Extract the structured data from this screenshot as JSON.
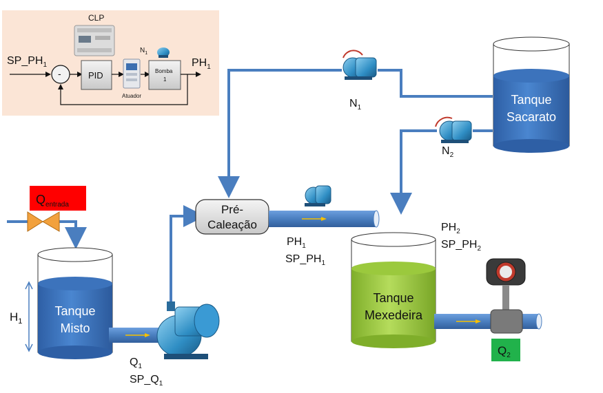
{
  "control": {
    "clp_label": "CLP",
    "setpoint": "SP_PH",
    "setpoint_sub": "1",
    "sum_sign": "-",
    "pid_label": "PID",
    "actuator_label": "Atuador",
    "pump_label": "Bomba",
    "pump_number": "1",
    "speed_label": "N",
    "speed_sub": "1",
    "output": "PH",
    "output_sub": "1"
  },
  "tanks": {
    "misto": {
      "line1": "Tanque",
      "line2": "Misto"
    },
    "sacarato": {
      "line1": "Tanque",
      "line2": "Sacarato"
    },
    "mexedeira": {
      "line1": "Tanque",
      "line2": "Mexedeira"
    }
  },
  "labels": {
    "q_entrada": "Q",
    "q_entrada_sub": "entrada",
    "h1": "H",
    "h1_sub": "1",
    "q1": "Q",
    "q1_sub": "1",
    "sp_q1": "SP_Q",
    "sp_q1_sub": "1",
    "precal_line1": "Pré-",
    "precal_line2": "Caleação",
    "ph1": "PH",
    "ph1_sub": "1",
    "sp_ph1": "SP_PH",
    "sp_ph1_sub": "1",
    "n1": "N",
    "n1_sub": "1",
    "n2": "N",
    "n2_sub": "2",
    "ph2": "PH",
    "ph2_sub": "2",
    "sp_ph2": "SP_PH",
    "sp_ph2_sub": "2",
    "q2": "Q",
    "q2_sub": "2"
  },
  "colors": {
    "panel_bg": "#fbe5d6",
    "pipe_blue": "#4a7ebf",
    "tank_blue": "#3c73bc",
    "tank_green": "#9bc93d",
    "q_entrada_box": "#ff0000",
    "q2_box": "#21b24b",
    "valve_orange": "#f2a13d",
    "flow_arrow": "#f6c000"
  }
}
